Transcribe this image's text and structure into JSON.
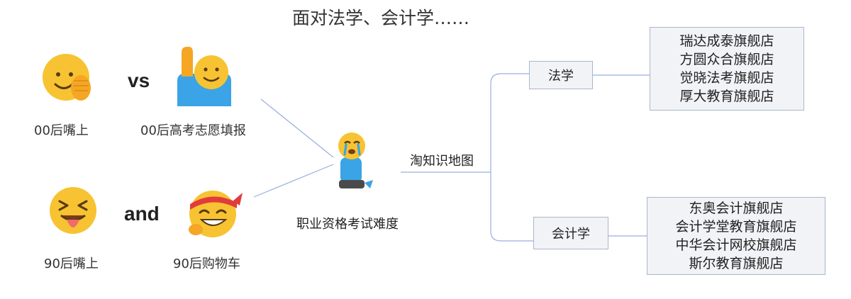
{
  "title": "面对法学、会计学……",
  "left": {
    "row1": {
      "left_caption": "00后嘴上",
      "connector": "vs",
      "right_caption": "00后高考志愿填报"
    },
    "row2": {
      "left_caption": "90后嘴上",
      "connector": "and",
      "right_caption": "90后购物车"
    }
  },
  "center": {
    "caption": "职业资格考试难度"
  },
  "map": {
    "root": "淘知识地图",
    "branches": [
      {
        "label": "法学",
        "stores": [
          "瑞达成泰旗舰店",
          "方圆众合旗舰店",
          "觉晓法考旗舰店",
          "厚大教育旗舰店"
        ]
      },
      {
        "label": "会计学",
        "stores": [
          "东奥会计旗舰店",
          "会计学堂教育旗舰店",
          "中华会计网校旗舰店",
          "斯尔教育旗舰店"
        ]
      }
    ]
  },
  "icons": {
    "emoji_1": "smiling-face-hand-on-cheek-icon",
    "emoji_2": "raising-hand-person-icon",
    "emoji_3": "tongue-out-squinting-face-icon",
    "emoji_4": "headband-grinning-face-icon",
    "emoji_center": "crying-kneeling-person-icon"
  },
  "colors": {
    "emoji_yellow": "#f7c332",
    "emoji_blue": "#3aa4e6",
    "node_fill": "#f2f3f6",
    "node_border": "#a9b6cc",
    "line_color": "#98aee0"
  }
}
